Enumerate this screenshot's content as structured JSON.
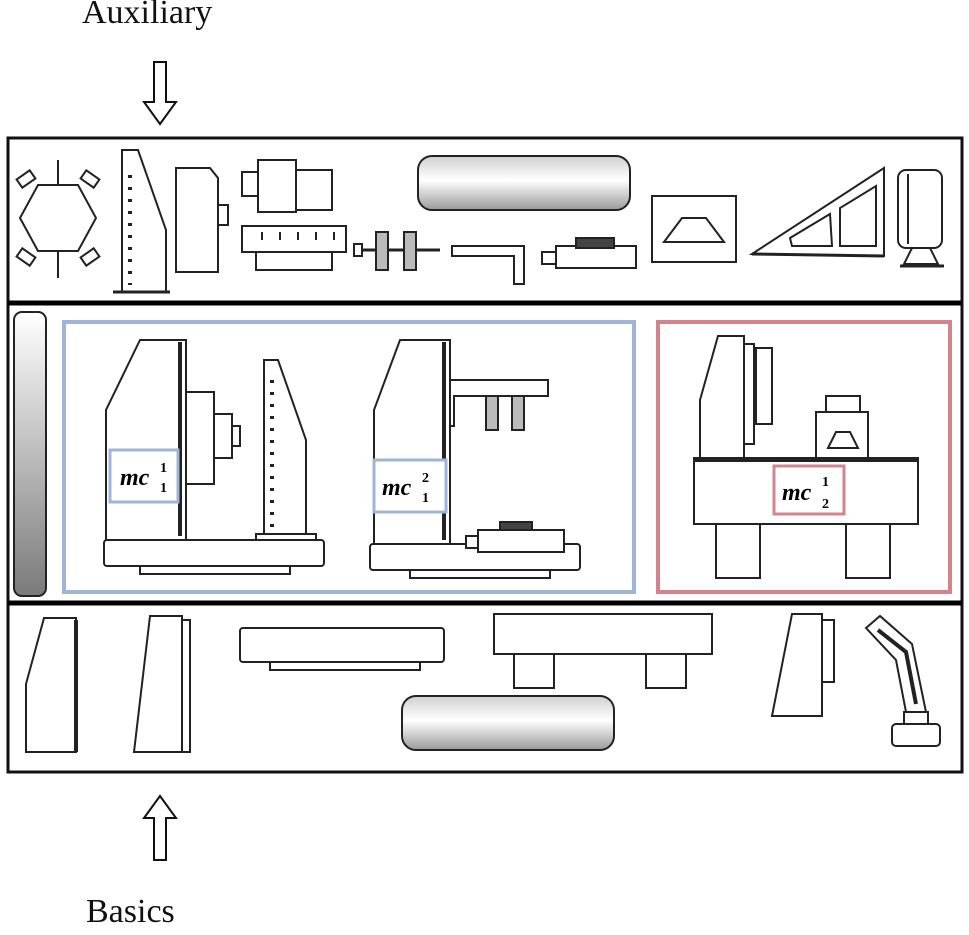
{
  "labels": {
    "top": "Auxiliary",
    "bottom": "Basics"
  },
  "modules": {
    "mc1_1": {
      "base": "mc",
      "sub": "1",
      "sup": "1"
    },
    "mc1_2": {
      "base": "mc",
      "sub": "1",
      "sup": "2"
    },
    "mc2_1": {
      "base": "mc",
      "sub": "2",
      "sup": "1"
    }
  },
  "colors": {
    "group_1_frame": "#9fb4d6",
    "group_2_frame": "#d3838c",
    "outline": "#111111",
    "divider": "#000000"
  }
}
